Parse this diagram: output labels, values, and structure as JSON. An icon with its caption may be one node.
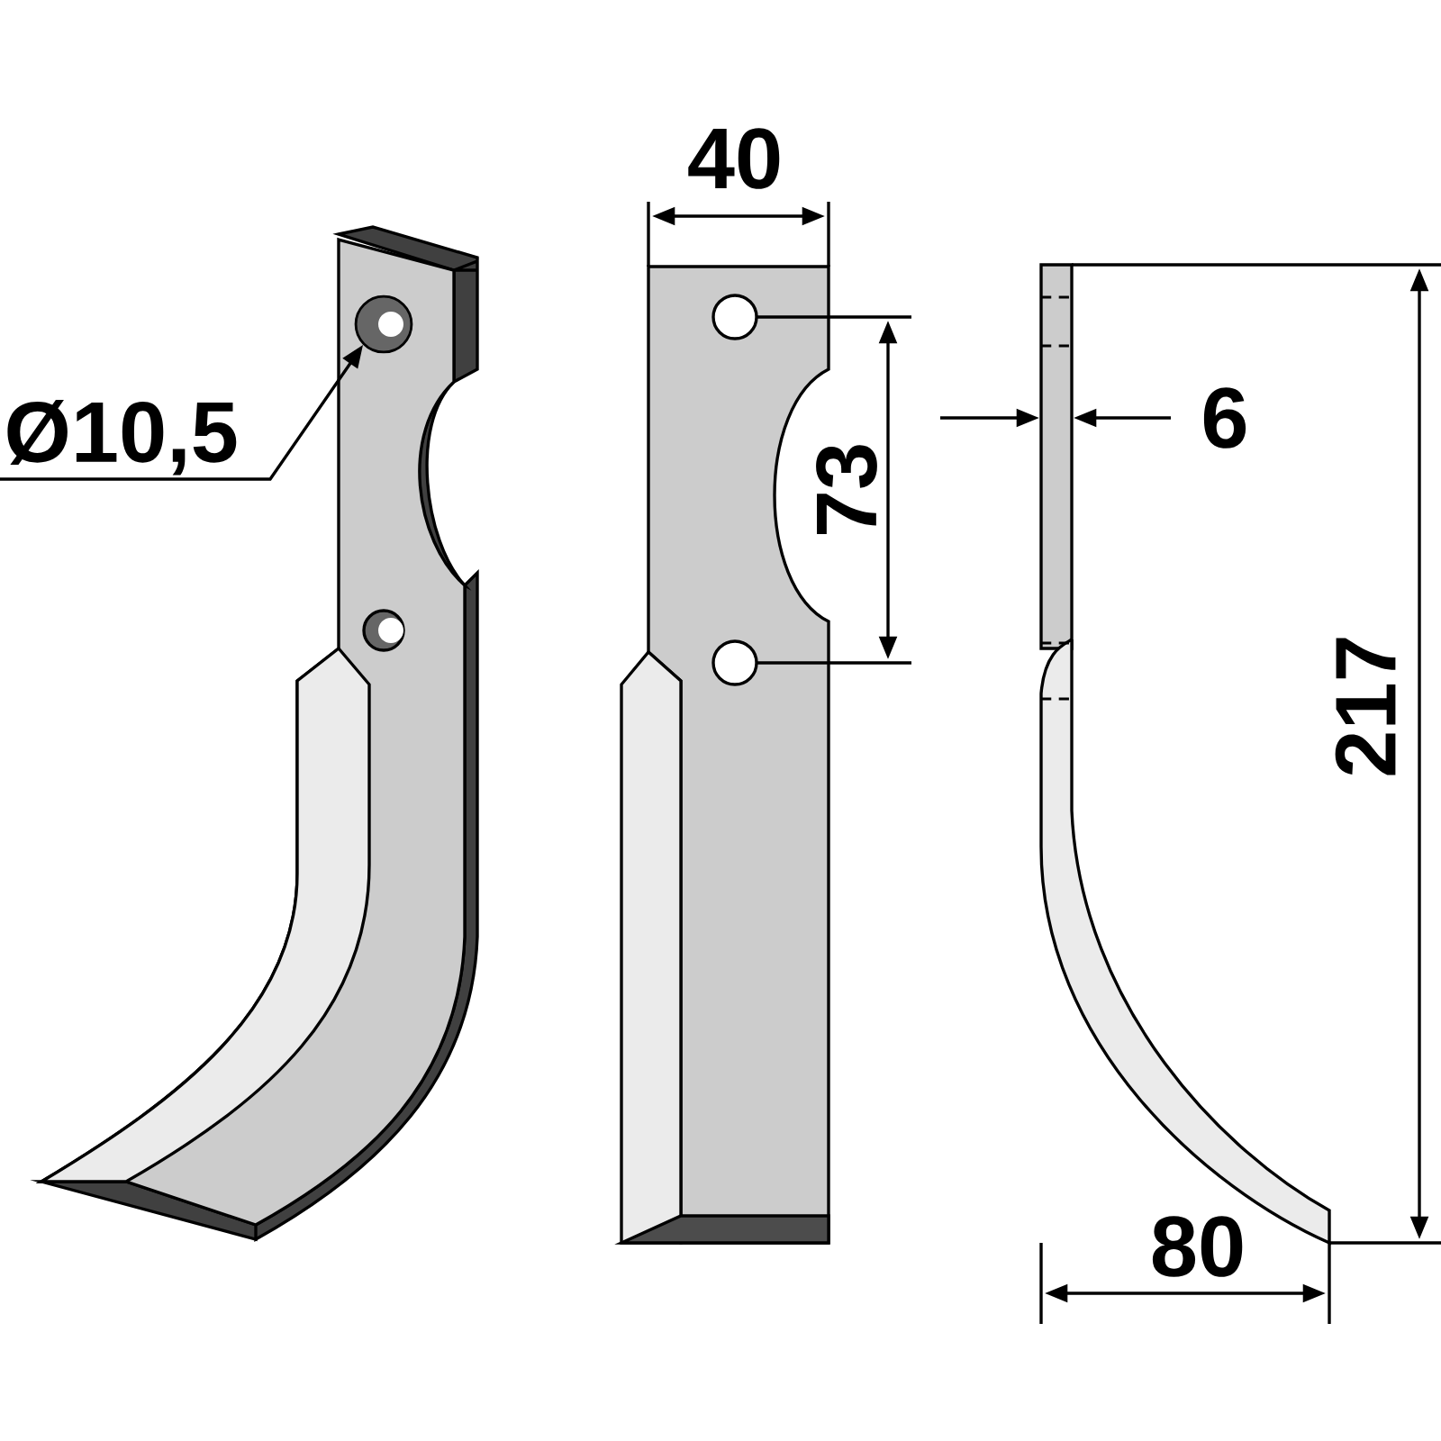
{
  "diagram": {
    "nodes": [
      {
        "text": [
          "Ø10,5"
        ]
      },
      {
        "text": [],
        "shape": "circle"
      }
    ],
    "edges": [
      {
        "from": 0,
        "to": 1,
        "arrow": "to"
      }
    ],
    "labels": [
      "40",
      "73",
      "6",
      "217",
      "80"
    ]
  }
}
